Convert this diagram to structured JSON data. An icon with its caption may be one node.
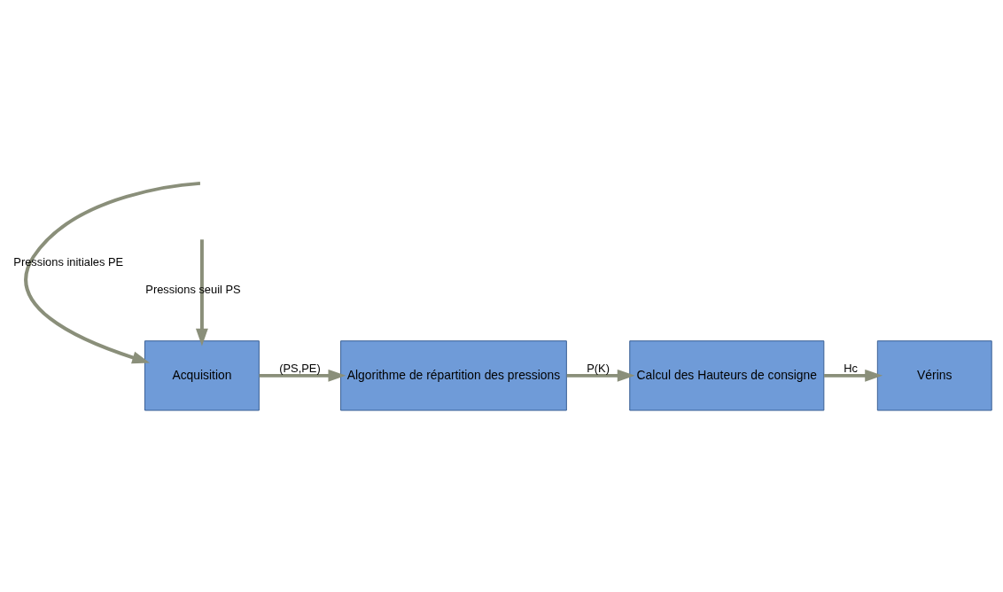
{
  "diagram": {
    "nodes": [
      {
        "text": [
          "Acquisition"
        ]
      },
      {
        "text": [
          "Algorithme de répartition des pressions"
        ]
      },
      {
        "text": [
          "Calcul des Hauteurs de consigne"
        ]
      },
      {
        "text": [
          "Vérins"
        ]
      }
    ],
    "edges": [
      {
        "from": null,
        "to": 0,
        "arrow": "to",
        "label": "Pressions initiales PE"
      },
      {
        "from": null,
        "to": 0,
        "arrow": "to",
        "label": "Pressions seuil PS"
      },
      {
        "from": 0,
        "to": 1,
        "arrow": "to",
        "label": "(PS,PE)"
      },
      {
        "from": 1,
        "to": 2,
        "arrow": "to",
        "label": "P(K)"
      },
      {
        "from": 2,
        "to": 3,
        "arrow": "to",
        "label": "Hc"
      }
    ]
  }
}
